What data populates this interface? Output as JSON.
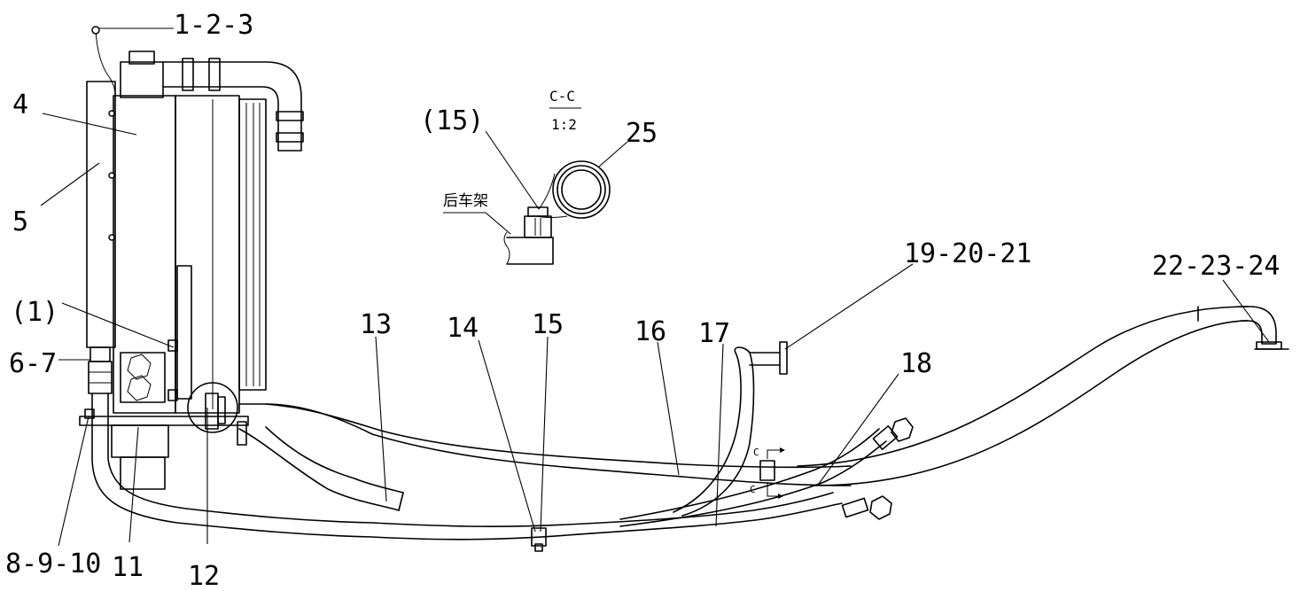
{
  "callouts": [
    {
      "id": "c1",
      "text": "1-2-3"
    },
    {
      "id": "c4",
      "text": "4"
    },
    {
      "id": "c5",
      "text": "5"
    },
    {
      "id": "c1p",
      "text": "(1)"
    },
    {
      "id": "c67",
      "text": "6-7"
    },
    {
      "id": "c8910",
      "text": "8-9-10"
    },
    {
      "id": "c11",
      "text": "11"
    },
    {
      "id": "c12",
      "text": "12"
    },
    {
      "id": "c13",
      "text": "13"
    },
    {
      "id": "c14",
      "text": "14"
    },
    {
      "id": "c15",
      "text": "15"
    },
    {
      "id": "c16",
      "text": "16"
    },
    {
      "id": "c17",
      "text": "17"
    },
    {
      "id": "c18",
      "text": "18"
    },
    {
      "id": "c192021",
      "text": "19-20-21"
    },
    {
      "id": "c222324",
      "text": "22-23-24"
    },
    {
      "id": "c15p",
      "text": "(15)"
    },
    {
      "id": "c25",
      "text": "25"
    }
  ],
  "detail": {
    "section_label": "C-C",
    "scale": "1:2",
    "frame_label": "后车架"
  },
  "section_markers": {
    "top": "C",
    "bottom": "C"
  }
}
